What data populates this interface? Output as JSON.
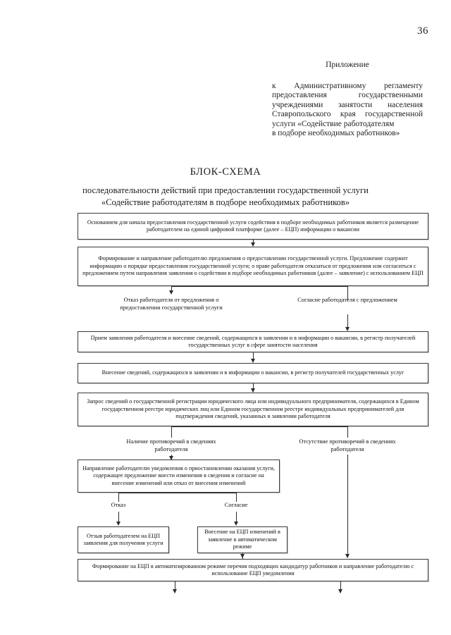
{
  "page": {
    "number": "36"
  },
  "appendix": {
    "title": "Приложение",
    "lines": [
      "к Административному регламенту предоставления государственными учреждениями занятости населения Ставропольского края государственной услуги «Содействие работодателям",
      "в подборе необходимых работников»"
    ]
  },
  "document": {
    "title": "БЛОК-СХЕМА",
    "subtitle_line1": "последовательности действий при предоставлении государственной услуги",
    "subtitle_line2": "«Содействие работодателям в подборе необходимых работников»"
  },
  "flowchart": {
    "type": "flowchart",
    "nodes": [
      {
        "id": "n1",
        "text": "Основанием для начала предоставления государственной услуги содействия в подборе необходимых работников является размещение работодателем на единой цифровой платформе (далее – ЕЦП) информации о вакансии"
      },
      {
        "id": "n2",
        "text": "Формирование и направление работодателю предложения о предоставлении государственной услуги. Предложение содержит информацию о порядке предоставления государственной услуги; о праве работодателя отказаться от предложения или согласиться с предложением путем направления заявления о содействии в подборе необходимых работников (далее – заявление) с использованием ЕЦП"
      },
      {
        "id": "n3",
        "text": "Прием заявления работодателя и внесение сведений, содержащихся в заявлении и в информации о вакансии, в регистр получателей государственных услуг в сфере занятости населения"
      },
      {
        "id": "n4",
        "text": "Внесение сведений, содержащихся в заявлении и в информации о вакансии, в регистр получателей государственных услуг"
      },
      {
        "id": "n5",
        "text": "Запрос сведений о государственной регистрации юридического лица или индивидуального предпринимателя, содержащихся в Едином государственном реестре юридических лиц или Едином государственном реестре индивидуальных предпринимателей для подтверждения сведений, указанных в заявлении работодателя"
      },
      {
        "id": "n6",
        "text": "Направление работодателю уведомления о приостановлении оказания услуги, содержащее предложение внести изменения в сведения и согласие на внесение изменений или отказ от внесения изменений"
      },
      {
        "id": "n7",
        "text": "Отзыв работодателем на ЕЦП заявления для получения услуги"
      },
      {
        "id": "n8",
        "text": "Внесение  на ЕЦП изменений в заявление в автоматическом режиме"
      },
      {
        "id": "n9",
        "text": "Формирование на ЕЦП в автоматизированном режиме перечня подходящих кандидатур работников и направление работодателю с использование ЕЦП уведомления"
      }
    ],
    "branch_labels": [
      {
        "id": "b1",
        "text": "Отказ работодателя от предложения о предоставлении государственной услуги"
      },
      {
        "id": "b2",
        "text": "Согласие работодателя с предложением"
      },
      {
        "id": "b3",
        "text": "Наличие противоречий в сведениях работодателя"
      },
      {
        "id": "b4",
        "text": "Отсутствие противоречий в сведениях работодателя"
      },
      {
        "id": "b5",
        "text": "Отказ"
      },
      {
        "id": "b6",
        "text": "Согласие"
      }
    ]
  }
}
